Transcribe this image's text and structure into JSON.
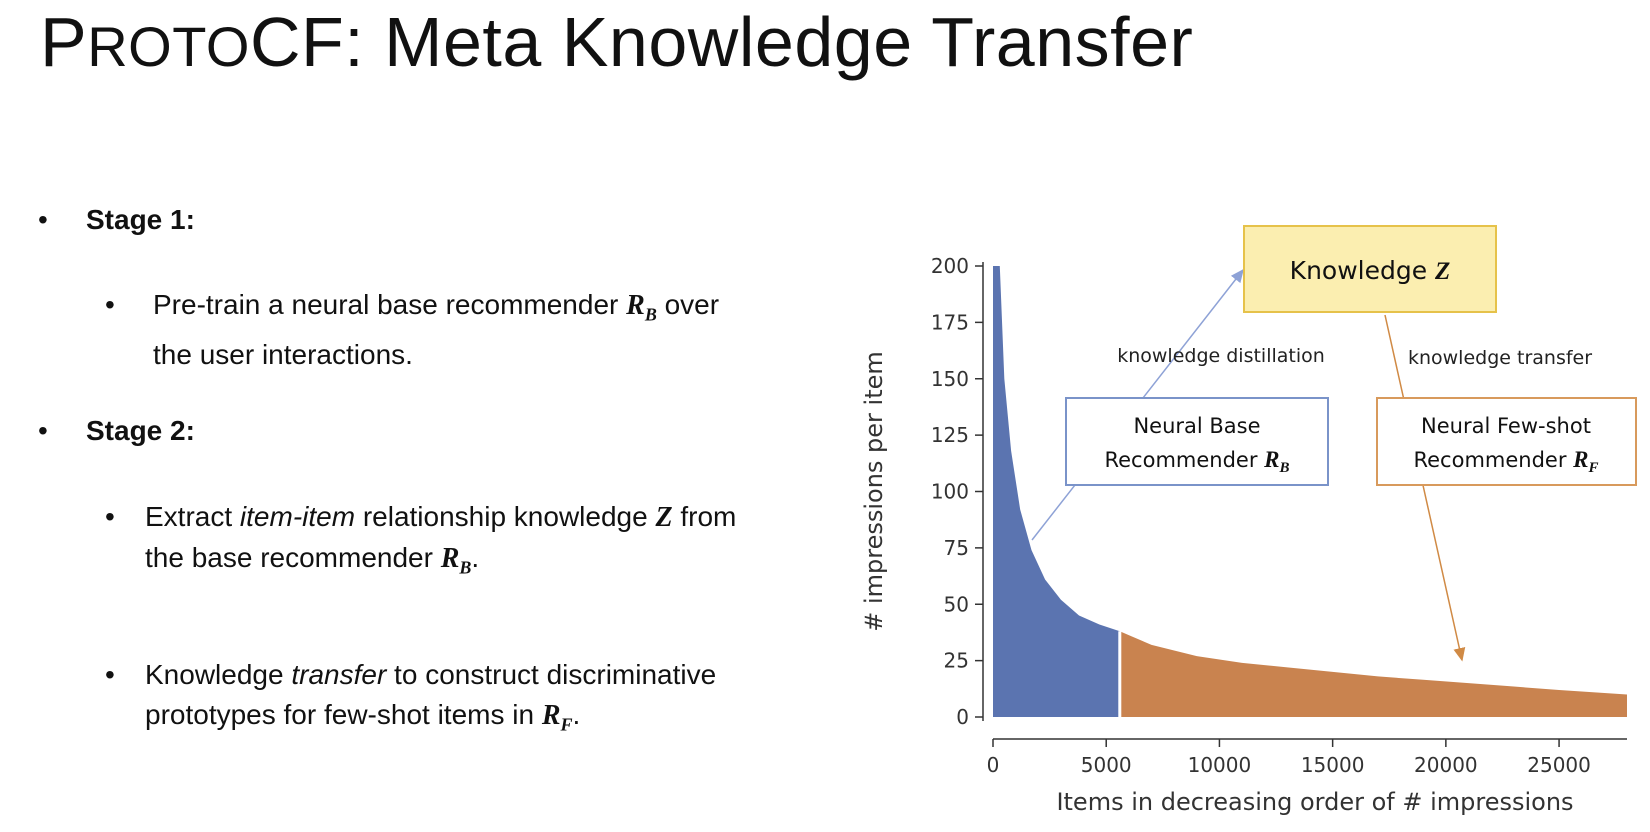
{
  "slide": {
    "title_first": "P",
    "title_smallcaps": "ROTO",
    "title_rest": "CF: Meta Knowledge Transfer",
    "stage1": {
      "label": "Stage 1:",
      "bullet_text_a": "Pre-train a neural base recommender ",
      "bullet_math": "R",
      "bullet_math_sub": "B",
      "bullet_text_b": " over",
      "bullet_text_c": "the user interactions."
    },
    "stage2": {
      "label": "Stage 2:",
      "b1_text_a": "Extract ",
      "b1_italic": "item-item",
      "b1_text_b": " relationship knowledge ",
      "b1_math_z": "Z",
      "b1_text_c": " from",
      "b1_text_d": "the base recommender ",
      "b1_math": "R",
      "b1_math_sub": "B",
      "b1_text_e": ".",
      "b2_text_a": "Knowledge ",
      "b2_italic": "transfer",
      "b2_text_b": " to construct discriminative",
      "b2_text_c": "prototypes for few-shot items in ",
      "b2_math": "R",
      "b2_math_sub": "F",
      "b2_text_d": "."
    },
    "bullet_glyph": "•"
  },
  "diagram": {
    "knowledge_box": {
      "text": "Knowledge ",
      "math": "Z"
    },
    "distillation_label": "knowledge distillation",
    "transfer_label": "knowledge transfer",
    "base_box": {
      "line1": "Neural Base",
      "line2": "Recommender ",
      "math": "R",
      "math_sub": "B"
    },
    "fewshot_box": {
      "line1": "Neural Few-shot",
      "line2": "Recommender ",
      "math": "R",
      "math_sub": "F"
    },
    "colors": {
      "knowledge_fill": "#fbeeb0",
      "knowledge_stroke": "#e6c24a",
      "base_stroke": "#7a93c9",
      "fewshot_stroke": "#d89a5c",
      "base_arrow": "#8ea2d6",
      "transfer_arrow": "#d08a45"
    }
  },
  "chart_data": {
    "type": "area",
    "xlabel": "Items in decreasing order of # impressions",
    "ylabel": "# impressions per item",
    "xlim": [
      0,
      28000
    ],
    "ylim": [
      0,
      200
    ],
    "xticks": [
      0,
      5000,
      10000,
      15000,
      20000,
      25000
    ],
    "yticks": [
      0,
      25,
      50,
      75,
      100,
      125,
      150,
      175,
      200
    ],
    "split_x": 5600,
    "series": [
      {
        "color": "#5b74b0",
        "x": [
          0,
          300,
          500,
          800,
          1200,
          1700,
          2300,
          3000,
          3800,
          4700,
          5600
        ],
        "y": [
          200,
          200,
          150,
          118,
          92,
          74,
          61,
          52,
          45,
          41,
          38
        ]
      },
      {
        "color": "#c9834f",
        "x": [
          5600,
          7000,
          9000,
          11000,
          13000,
          15000,
          17000,
          19000,
          21000,
          23000,
          25000,
          28000
        ],
        "y": [
          38,
          32,
          27,
          24,
          22,
          20,
          18,
          16.5,
          15,
          13.5,
          12,
          10
        ]
      }
    ]
  }
}
